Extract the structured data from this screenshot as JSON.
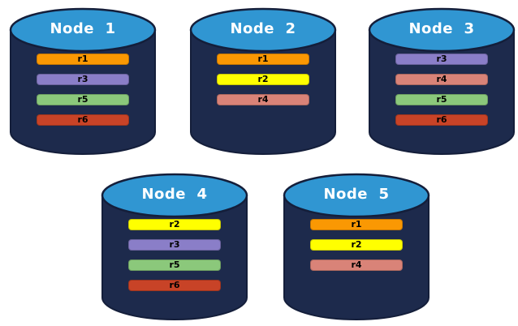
{
  "diagram": {
    "background_color": "#FFFFFF",
    "nodes": [
      {
        "label": "Node  1",
        "replicas": [
          "r1",
          "r3",
          "r5",
          "r6"
        ]
      },
      {
        "label": "Node  2",
        "replicas": [
          "r1",
          "r2",
          "r4"
        ]
      },
      {
        "label": "Node  3",
        "replicas": [
          "r3",
          "r4",
          "r5",
          "r6"
        ]
      },
      {
        "label": "Node  4",
        "replicas": [
          "r2",
          "r3",
          "r5",
          "r6"
        ]
      },
      {
        "label": "Node  5",
        "replicas": [
          "r1",
          "r2",
          "r4"
        ]
      }
    ],
    "replica_colors": {
      "r1": "#FA9803",
      "r2": "#FFFF00",
      "r3": "#8A7EC8",
      "r4": "#D98378",
      "r5": "#8BC87B",
      "r6": "#C84327"
    },
    "cylinder": {
      "body_color": "#1D2A4C",
      "top_color": "#3096D2",
      "outline_color": "#141E3A",
      "title_color": "#FFFFFF",
      "bar_text_color": "#000000"
    }
  }
}
